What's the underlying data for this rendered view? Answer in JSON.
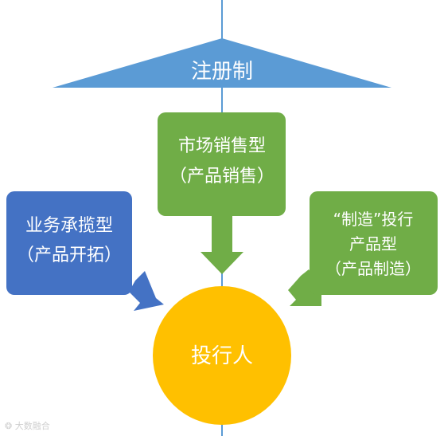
{
  "diagram": {
    "top": {
      "label": "注册制"
    },
    "left_box": {
      "line1": "业务承揽型",
      "line2": "（产品开拓）"
    },
    "center_box": {
      "line1": "市场销售型",
      "line2": "（产品销售）"
    },
    "right_box": {
      "line1": "“制造”投行",
      "line2": "产品型",
      "line3": "（产品制造）"
    },
    "circle": {
      "label": "投行人"
    },
    "watermark": "大数融合"
  },
  "colors": {
    "triangle": "#5b9bd5",
    "vertical_line": "#5b9bd5",
    "left_box": "#4472c4",
    "left_arrow": "#4472c4",
    "center_box": "#70ad47",
    "center_arrow": "#70ad47",
    "right_box": "#70ad47",
    "right_arrow": "#70ad47",
    "circle": "#ffc000"
  }
}
